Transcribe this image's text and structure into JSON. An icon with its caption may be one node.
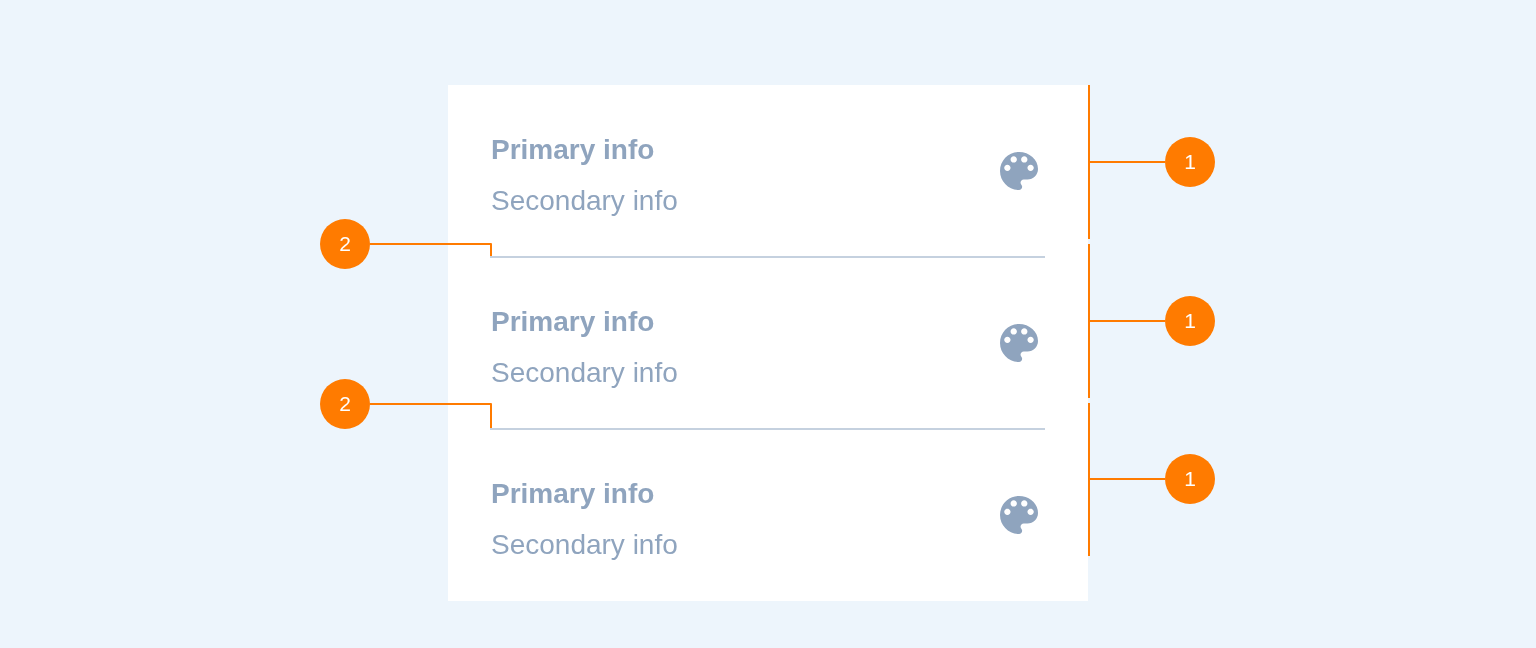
{
  "diagram": {
    "nodes": [
      {
        "text": [],
        "shape": "box"
      },
      {
        "text": [
          "Primary info",
          "Secondary info"
        ],
        "in": 0
      },
      {
        "text": [],
        "shape": "line",
        "in": 0
      },
      {
        "text": [
          "Primary info",
          "Secondary info"
        ],
        "in": 0
      },
      {
        "text": [],
        "shape": "line",
        "in": 0
      },
      {
        "text": [
          "Primary info",
          "Secondary info"
        ],
        "in": 0
      },
      {
        "text": [
          "1"
        ]
      },
      {
        "text": [
          "2"
        ]
      },
      {
        "text": [
          "1"
        ]
      },
      {
        "text": [
          "2"
        ]
      },
      {
        "text": [
          "1"
        ]
      }
    ],
    "edges": [
      {
        "from": 6,
        "to": 1,
        "arrow": "none"
      },
      {
        "from": 7,
        "to": 2,
        "arrow": "none"
      },
      {
        "from": 8,
        "to": 3,
        "arrow": "none"
      },
      {
        "from": 9,
        "to": 4,
        "arrow": "none"
      },
      {
        "from": 10,
        "to": 5,
        "arrow": "none"
      }
    ]
  }
}
